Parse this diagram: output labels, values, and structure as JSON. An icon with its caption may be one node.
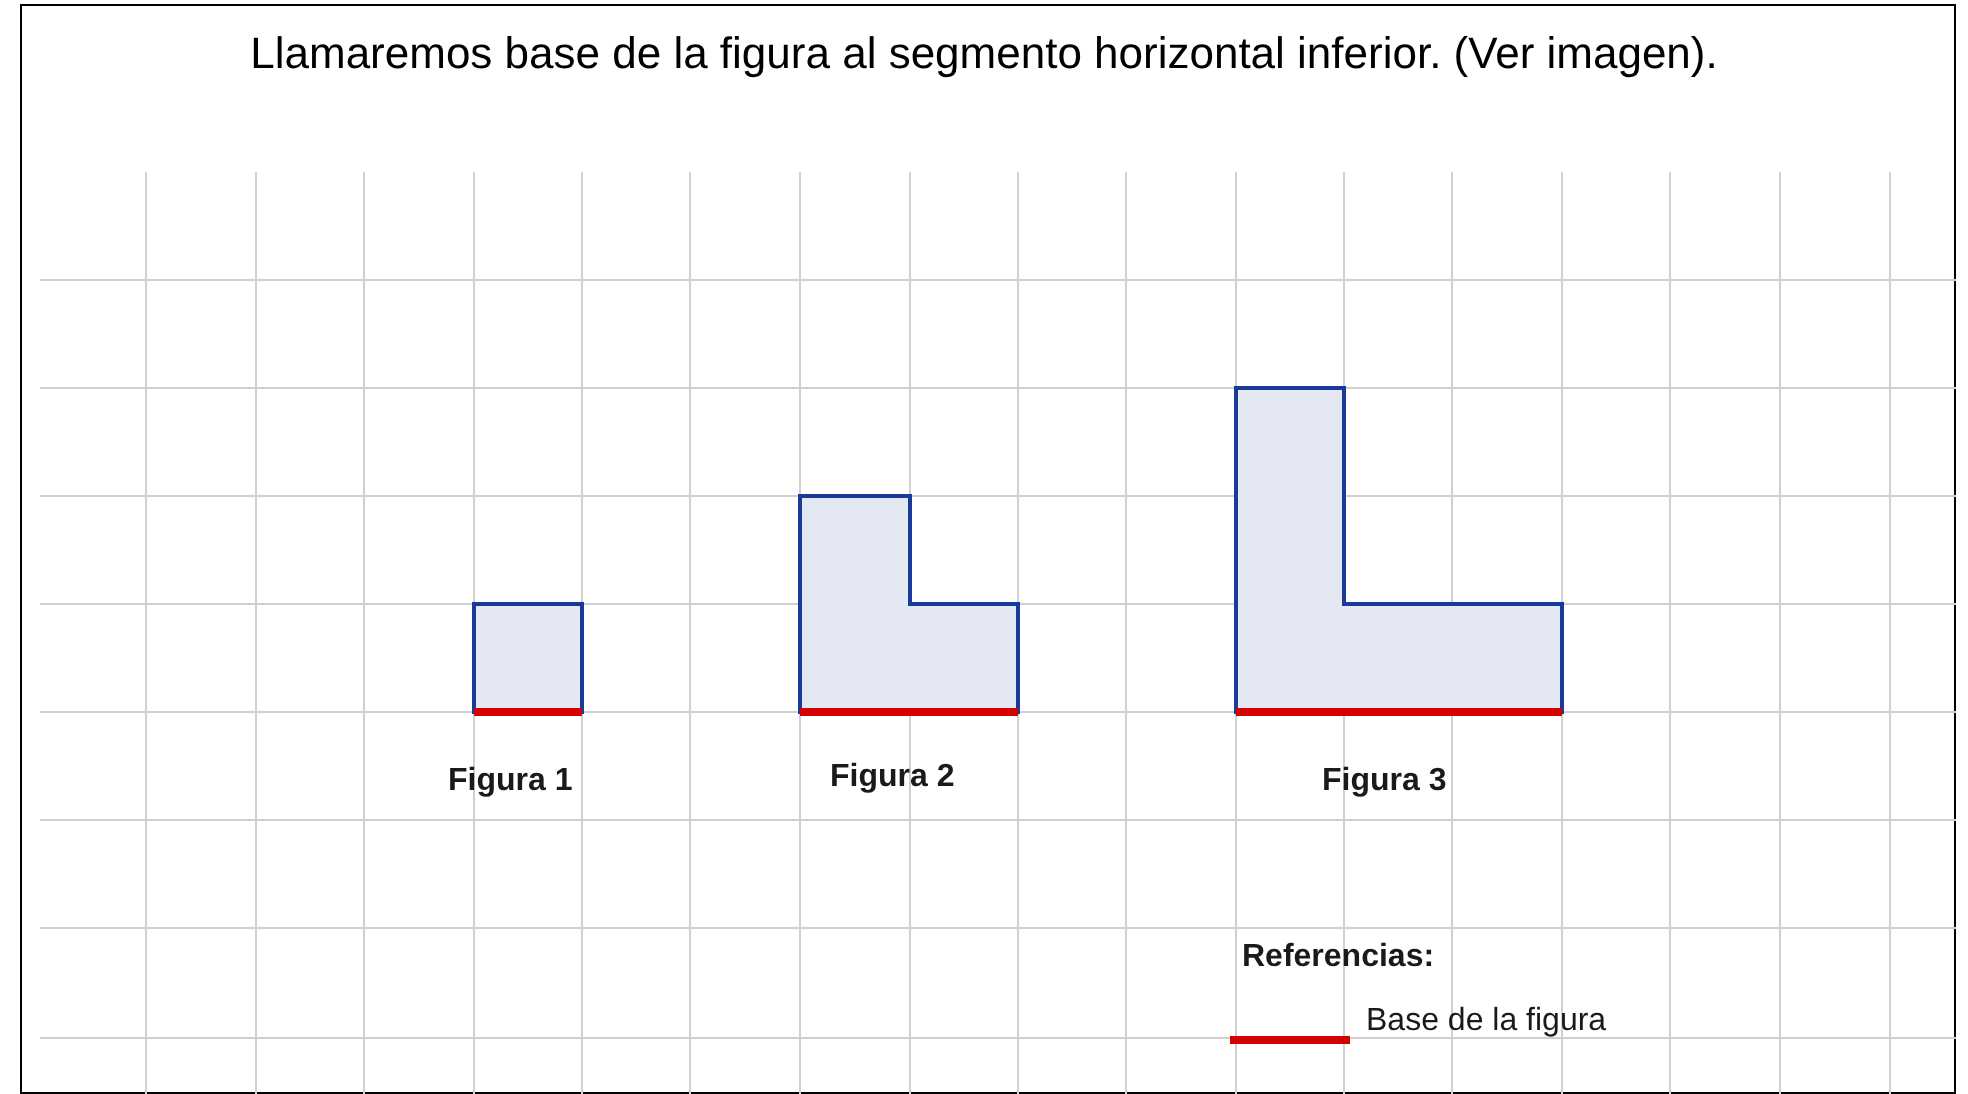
{
  "diagram": {
    "title": "Llamaremos base de la figura al segmento horizontal inferior. (Ver imagen).",
    "labels": [
      "Figura 1",
      "Figura 2",
      "Figura 3",
      "Referencias:"
    ],
    "legend": [
      {
        "text": "Base de la figura"
      }
    ]
  }
}
